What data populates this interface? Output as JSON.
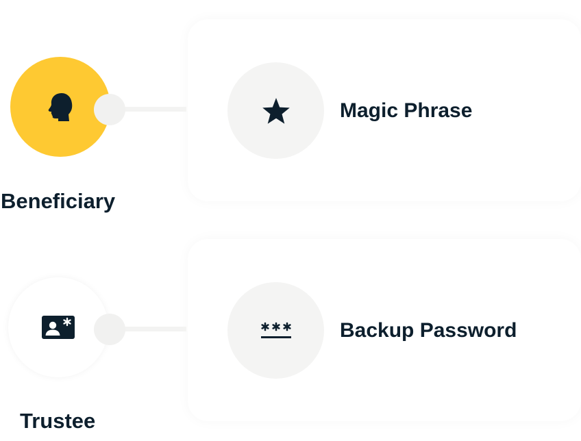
{
  "colors": {
    "accent": "#fec932",
    "ink": "#0d1f2d",
    "soft": "#f4f4f3"
  },
  "roles": [
    {
      "label": "Beneficiary",
      "icon": "head-silhouette-icon",
      "active": true
    },
    {
      "label": "Trustee",
      "icon": "id-card-icon",
      "active": false
    }
  ],
  "options": [
    {
      "label": "Magic Phrase",
      "icon": "star-icon"
    },
    {
      "label": "Backup Password",
      "icon": "password-asterisks-icon"
    }
  ]
}
